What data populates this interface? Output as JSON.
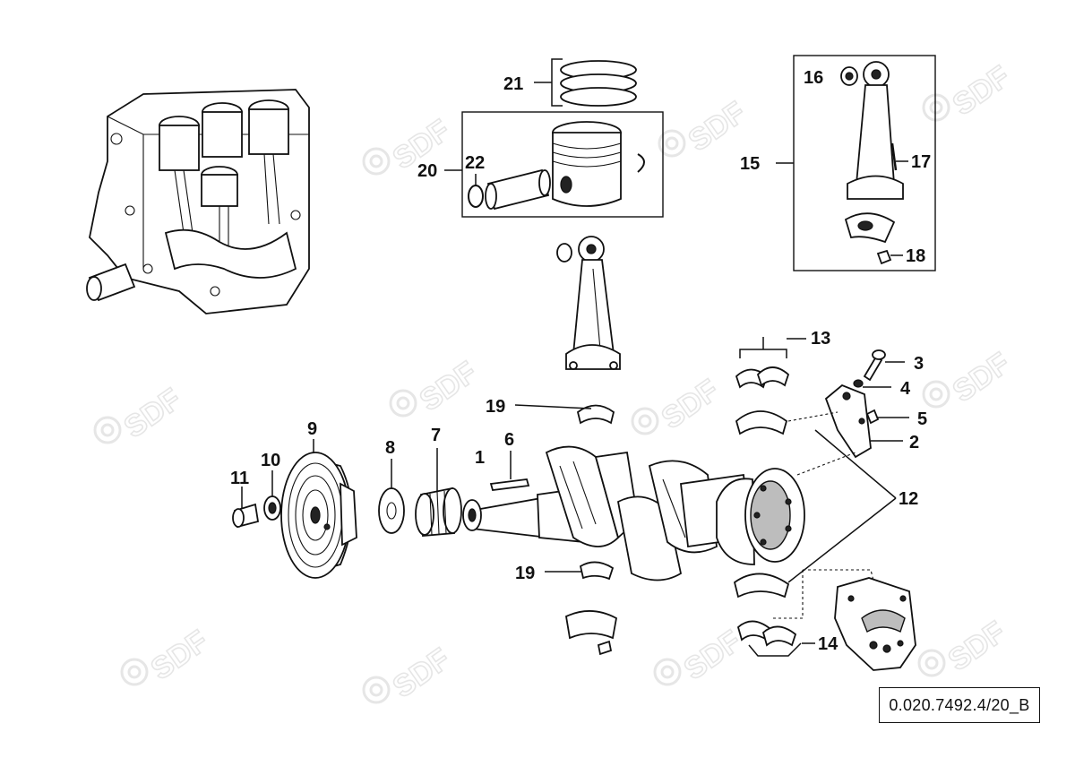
{
  "reference_code": "0.020.7492.4/20_B",
  "watermark": {
    "text": "SDF",
    "color": "#e6e6e6"
  },
  "callouts": {
    "c1": "1",
    "c2": "2",
    "c3": "3",
    "c4": "4",
    "c5": "5",
    "c6": "6",
    "c7": "7",
    "c8": "8",
    "c9": "9",
    "c10": "10",
    "c11": "11",
    "c12": "12",
    "c13": "13",
    "c14": "14",
    "c15": "15",
    "c16": "16",
    "c17": "17",
    "c18": "18",
    "c19a": "19",
    "c19b": "19",
    "c20": "20",
    "c21": "21",
    "c22": "22"
  }
}
